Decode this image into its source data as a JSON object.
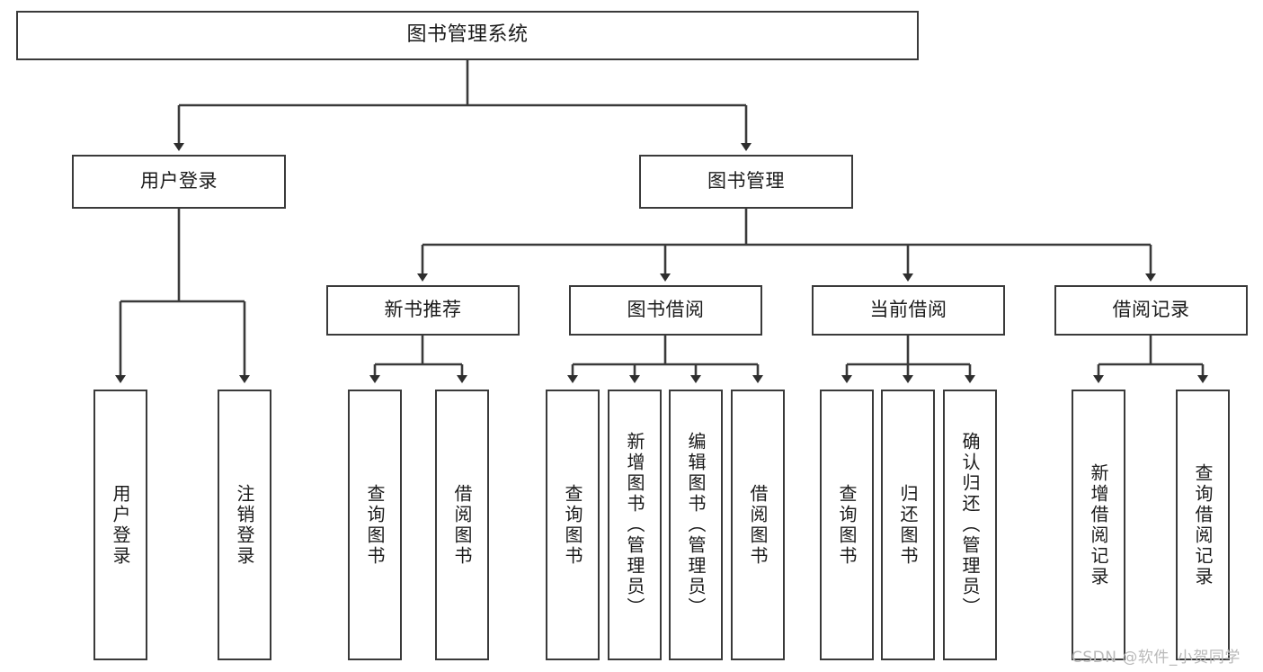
{
  "diagram": {
    "title": "图书管理系统",
    "type": "tree",
    "colors": {
      "box_border": "#3a3a3a",
      "box_fill": "#ffffff",
      "connector": "#3a3a3a",
      "text": "#1b1b1b",
      "watermark": "#b9b9b9"
    },
    "root": {
      "id": "root",
      "label": "图书管理系统"
    },
    "level2": [
      {
        "id": "user-login",
        "label": "用户登录"
      },
      {
        "id": "book-manage",
        "label": "图书管理"
      }
    ],
    "level3": [
      {
        "id": "new-book-recommend",
        "label": "新书推荐",
        "parent": "book-manage"
      },
      {
        "id": "book-borrow",
        "label": "图书借阅",
        "parent": "book-manage"
      },
      {
        "id": "current-borrow",
        "label": "当前借阅",
        "parent": "book-manage"
      },
      {
        "id": "borrow-record",
        "label": "借阅记录",
        "parent": "book-manage"
      }
    ],
    "leaves": [
      {
        "id": "leaf-user-login",
        "label": "用户登录",
        "parent": "user-login"
      },
      {
        "id": "leaf-logout-login",
        "label": "注销登录",
        "parent": "user-login"
      },
      {
        "id": "leaf-query-book-1",
        "label": "查询图书",
        "parent": "new-book-recommend"
      },
      {
        "id": "leaf-borrow-book-1",
        "label": "借阅图书",
        "parent": "new-book-recommend"
      },
      {
        "id": "leaf-query-book-2",
        "label": "查询图书",
        "parent": "book-borrow"
      },
      {
        "id": "leaf-add-book",
        "label": "新增图书（管理员）",
        "parent": "book-borrow"
      },
      {
        "id": "leaf-edit-book",
        "label": "编辑图书（管理员）",
        "parent": "book-borrow"
      },
      {
        "id": "leaf-borrow-book-2",
        "label": "借阅图书",
        "parent": "book-borrow"
      },
      {
        "id": "leaf-query-book-3",
        "label": "查询图书",
        "parent": "current-borrow"
      },
      {
        "id": "leaf-return-book",
        "label": "归还图书",
        "parent": "current-borrow"
      },
      {
        "id": "leaf-confirm-return",
        "label": "确认归还（管理员）",
        "parent": "current-borrow"
      },
      {
        "id": "leaf-add-record",
        "label": "新增借阅记录",
        "parent": "borrow-record"
      },
      {
        "id": "leaf-query-record",
        "label": "查询借阅记录",
        "parent": "borrow-record"
      }
    ],
    "watermark": "CSDN @软件_小贺同学"
  }
}
